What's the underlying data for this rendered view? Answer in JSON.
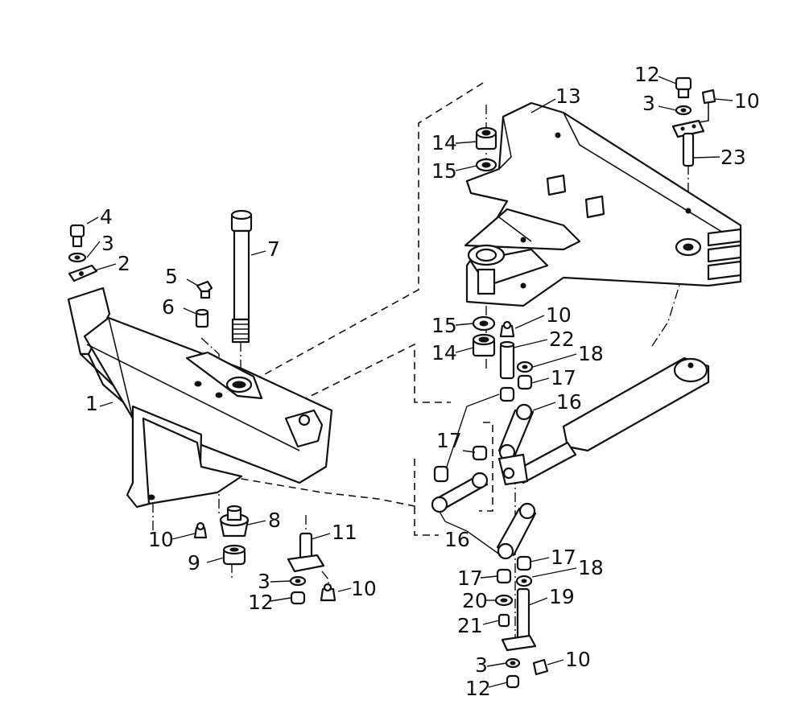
{
  "callouts": {
    "c1": "1",
    "c2": "2",
    "c3a": "3",
    "c4": "4",
    "c5": "5",
    "c6": "6",
    "c7": "7",
    "c8": "8",
    "c9": "9",
    "c10a": "10",
    "c11": "11",
    "c3b": "3",
    "c12a": "12",
    "c10b": "10",
    "c13": "13",
    "c14a": "14",
    "c15a": "15",
    "c12b": "12",
    "c3c": "3",
    "c10c": "10",
    "c23": "23",
    "c15b": "15",
    "c14b": "14",
    "c10d": "10",
    "c22": "22",
    "c18a": "18",
    "c17a": "17",
    "c16a": "16",
    "c17b": "17",
    "c16b": "16",
    "c17c": "17",
    "c17d": "17",
    "c18b": "18",
    "c20": "20",
    "c19": "19",
    "c21": "21",
    "c3d": "3",
    "c10e": "10",
    "c12c": "12"
  }
}
